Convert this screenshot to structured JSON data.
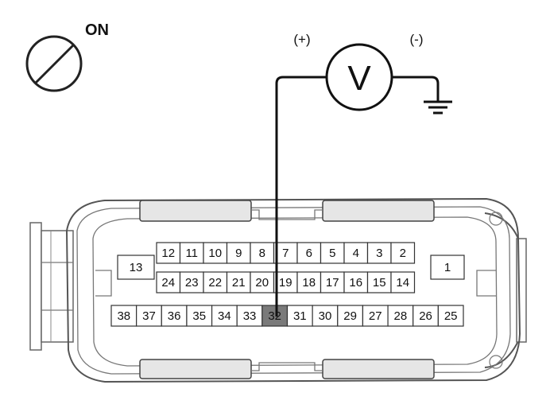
{
  "ignition": {
    "label": "ON"
  },
  "meter": {
    "symbol": "V",
    "positive_label": "(+)",
    "negative_label": "(-)"
  },
  "connector": {
    "highlighted_pin": "32",
    "rows": [
      {
        "id": "top-left",
        "pins": [
          "13"
        ]
      },
      {
        "id": "top-right",
        "pins": [
          "1"
        ]
      },
      {
        "id": "row-upper",
        "pins": [
          "12",
          "11",
          "10",
          "9",
          "8",
          "7",
          "6",
          "5",
          "4",
          "3",
          "2"
        ]
      },
      {
        "id": "row-middle",
        "pins": [
          "24",
          "23",
          "22",
          "21",
          "20",
          "19",
          "18",
          "17",
          "16",
          "15",
          "14"
        ]
      },
      {
        "id": "row-lower",
        "pins": [
          "38",
          "37",
          "36",
          "35",
          "34",
          "33",
          "32",
          "31",
          "30",
          "29",
          "27",
          "28",
          "26",
          "25"
        ]
      }
    ]
  },
  "colors": {
    "highlight": "#7a7a7a",
    "wire": "#111111",
    "outline": "#555555"
  }
}
